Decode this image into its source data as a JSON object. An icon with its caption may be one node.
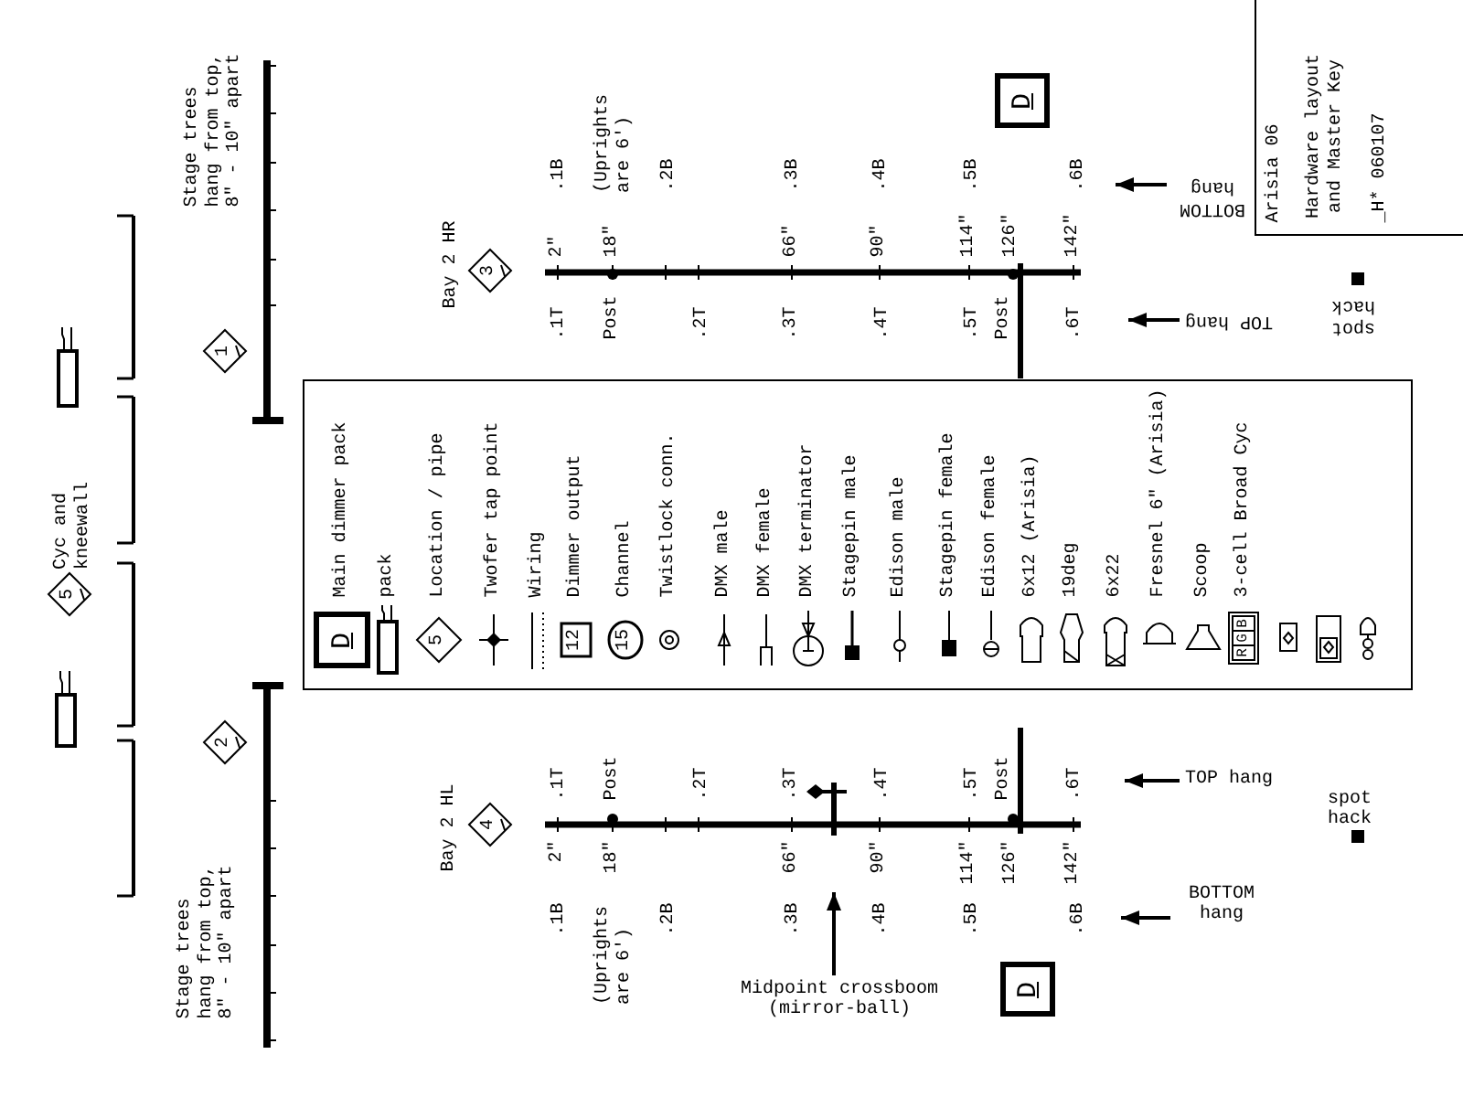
{
  "diagram": {
    "nodes": [
      {
        "text": [
          "Arisia 06",
          "Hardware layout and Master Key",
          "_H* 060107"
        ]
      },
      {
        "text": [
          "D"
        ]
      },
      {
        "text": [
          "BOTTOM hang"
        ]
      },
      {
        "text": [
          "TOP hang"
        ]
      },
      {
        "text": [
          "3"
        ],
        "beside": [
          "Bay 2 HR"
        ]
      },
      {
        "text": [
          "1"
        ]
      },
      {
        "text": [
          "5"
        ],
        "beside": [
          "Cyc and kneewall"
        ]
      },
      {
        "text": [
          "2"
        ]
      },
      {
        "text": [
          "4"
        ],
        "beside": [
          "Bay 2 HL"
        ]
      },
      {
        "text": [
          "TOP hang"
        ]
      },
      {
        "text": [
          "BOTTOM hang"
        ]
      },
      {
        "text": [
          "Midpoint crossboom (mirror-ball)"
        ]
      },
      {
        "text": [
          "D"
        ]
      }
    ],
    "edges": [
      {
        "from": 2,
        "to": null,
        "arrow": "to"
      },
      {
        "from": 3,
        "to": null,
        "arrow": "to"
      },
      {
        "from": 9,
        "to": null,
        "arrow": "to"
      },
      {
        "from": 10,
        "to": null,
        "arrow": "to"
      },
      {
        "from": 11,
        "to": null,
        "arrow": "to"
      }
    ],
    "labels": [
      ".1B",
      "(Uprights are 6')",
      ".2B",
      ".3B",
      ".4B",
      ".5B",
      ".6B",
      "2\"",
      "18\"",
      "66\"",
      "90\"",
      "114\"",
      "126\"",
      "142\"",
      ".1T",
      "Post",
      ".2T",
      ".3T",
      ".4T",
      ".5T",
      "Post",
      ".6T",
      "spot hack",
      "Stage trees hang from top, 8\" - 10\" apart",
      "D",
      "5",
      "12",
      "15",
      "R",
      "G",
      "B",
      ".1T",
      "Post",
      ".2T",
      ".3T",
      ".4T",
      ".5T",
      "Post",
      ".6T",
      "2\"",
      "18\"",
      "66\"",
      "90\"",
      "114\"",
      "126\"",
      "142\"",
      ".1B",
      "(Uprights are 6')",
      ".2B",
      ".3B",
      ".4B",
      ".5B",
      ".6B",
      "spot hack",
      "Stage trees hang from top, 8\" - 10\" apart"
    ],
    "legend": [
      {
        "text": "Main dimmer pack"
      },
      {
        "text": "pack"
      },
      {
        "text": "Location / pipe"
      },
      {
        "text": "Twofer tap point"
      },
      {
        "text": "Wiring"
      },
      {
        "text": "Dimmer output"
      },
      {
        "text": "Channel"
      },
      {
        "text": "Twistlock conn."
      },
      {
        "text": "DMX male"
      },
      {
        "text": "DMX female"
      },
      {
        "text": "DMX terminator"
      },
      {
        "text": "Stagepin male"
      },
      {
        "text": "Edison male"
      },
      {
        "text": "Stagepin female"
      },
      {
        "text": "Edison female"
      },
      {
        "text": "6x12 (Arisia)"
      },
      {
        "text": "19deg"
      },
      {
        "text": "6x22"
      },
      {
        "text": "Fresnel 6\" (Arisia)"
      },
      {
        "text": "Scoop"
      },
      {
        "text": "3-cell Broad Cyc"
      }
    ]
  }
}
